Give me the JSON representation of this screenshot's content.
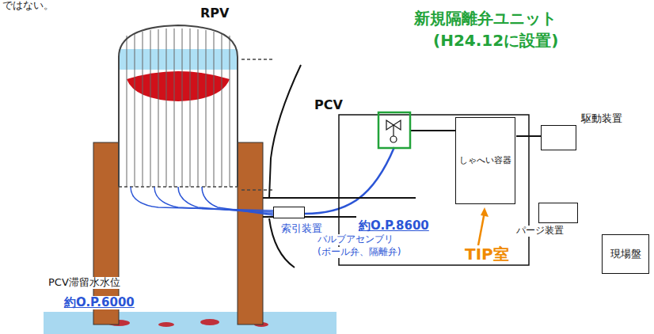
{
  "diagram": {
    "nodes": [
      {
        "text": [
          "駆動装置"
        ]
      },
      {
        "text": [
          "しゃへい容器"
        ]
      },
      {
        "text": [
          "パージ装置"
        ]
      },
      {
        "text": [
          "現場盤"
        ]
      },
      {
        "text": [
          "索引装置"
        ]
      }
    ],
    "labels": [
      "ではない。",
      "RPV",
      "新規隔離弁ユニット",
      "(H24.12に設置)",
      "PCV",
      "バルブアセンブリ",
      "(ボール弁、隔離弁)",
      "約O.P.8600",
      "TIP室",
      "PCV滞留水水位",
      "約O.P.6000"
    ]
  }
}
